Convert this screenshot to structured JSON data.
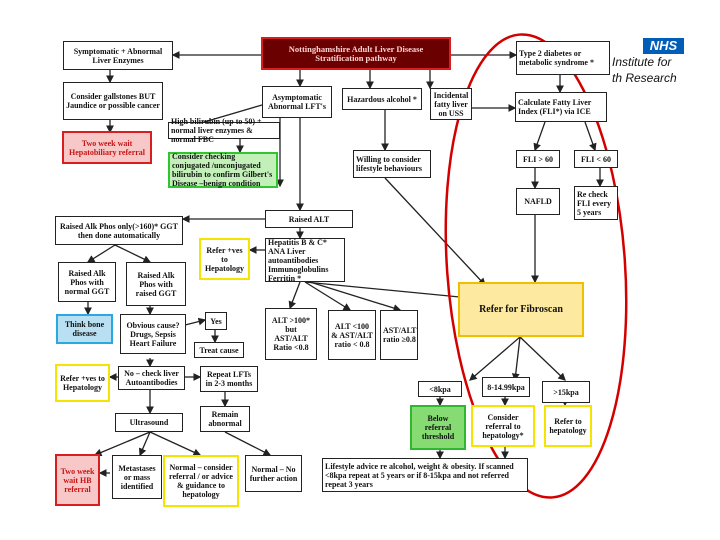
{
  "logo": {
    "badge": "NHS",
    "line1": "Institute for",
    "line2": "th Research"
  },
  "nodes": {
    "header": "Nottinghamshire Adult Liver Disease Stratification pathway",
    "symptomatic": "Symptomatic + Abnormal Liver Enzymes",
    "consider_gallstones": "Consider gallstones BUT Jaundice or possible cancer",
    "two_week_hpb": "Two week wait Hepatobiliary referral",
    "asymptomatic": "Asymptomatic Abnormal LFT's",
    "hazardous_alcohol": "Hazardous alcohol *",
    "incidental_fatty": "Incidental fatty liver on USS",
    "type2": "Type 2 diabetes or metabolic syndrome *",
    "high_bilirubin": "High bilirubin (up to 50) + normal liver enzymes & normal FBC",
    "consider_conjugated": "Consider checking conjugated /unconjugated bilirubin to confirm Gilbert's Disease –benign condition",
    "willing": "Willing to consider lifestyle behaviours",
    "calc_fli": "Calculate Fatty Liver Index (FLI*) via ICE",
    "fli_gt": "FLI > 60",
    "fli_lt": "FLI < 60",
    "nafld": "NAFLD",
    "recheck": "Re check FLI every 5 years",
    "raised_alp": "Raised Alk Phos only(>160)* GGT then done automatically",
    "raised_alt": "Raised ALT",
    "refer_hepatology_1": "Refer +ves to Hepatology",
    "hep_screen": "Hepatitis B & C* ANA Liver autoantibodies Immunoglobulins Ferritin *",
    "alp_normal_ggt": "Raised Alk Phos with normal GGT",
    "alp_raised_ggt": "Raised Alk Phos with raised GGT",
    "alt_gt100": "ALT >100* but AST/ALT Ratio <0.8",
    "alt_lt100": "ALT <100 & AST/ALT ratio < 0.8",
    "ast_alt": "AST/ALT ratio ≥0.8",
    "fibroscan": "Refer for Fibroscan",
    "think_bone": "Think bone disease",
    "obvious_cause": "Obvious cause? Drugs, Sepsis Heart Failure",
    "yes": "Yes",
    "treat_cause": "Treat cause",
    "refer_hepatology_2": "Refer +ves to Hepatology",
    "no_check": "No – check liver Autoantibodies",
    "repeat_lfts": "Repeat LFTs in 2-3 months",
    "remain_abnormal": "Remain abnormal",
    "lt8": "<8kpa",
    "k8_14": "8-14.99kpa",
    "gt15": ">15kpa",
    "below_ref": "Below referral threshold",
    "consider_ref_hep": "Consider referral to hepatology*",
    "refer_to_hep": "Refer to hepatology",
    "ultrasound": "Ultrasound",
    "two_week_hb": "Two week wait HB referral",
    "metastases": "Metastases or mass identified",
    "normal_consider": "Normal – consider referral / or advice & guidance to hepatology",
    "normal_no": "Normal – No further action",
    "lifestyle": "Lifestyle advice re alcohol, weight & obesity. If scanned <8kpa repeat at 5 years or if 8-15kpa and not referred repeat 3 years"
  },
  "colors": {
    "red": "#d81e1e",
    "yellow": "#f5e400",
    "green": "#31c431",
    "blue": "#2aa8e0",
    "nhs": "#005eb8",
    "highlight_ellipse": "#d40000"
  }
}
